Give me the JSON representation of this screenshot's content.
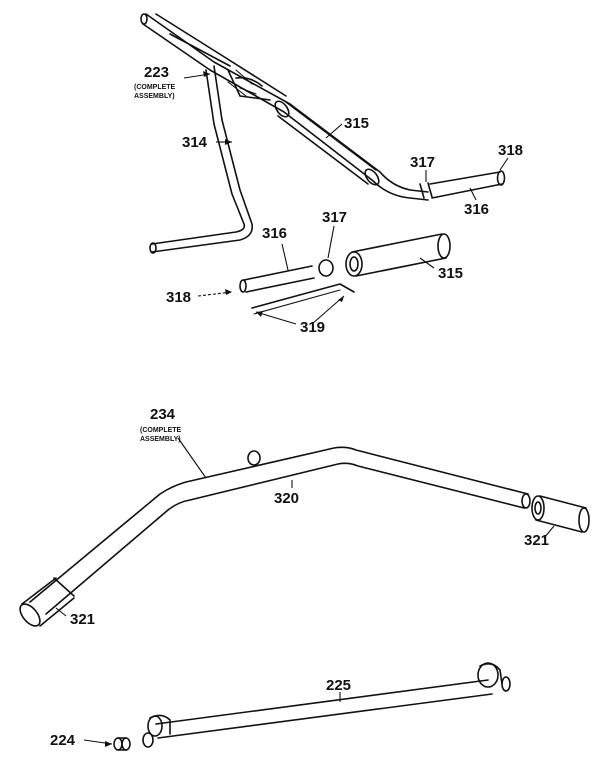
{
  "labels": {
    "l223": "223",
    "l223_sub1": "(COMPLETE",
    "l223_sub2": "ASSEMBLY)",
    "l314": "314",
    "l315a": "315",
    "l317a": "317",
    "l318a": "318",
    "l316a": "316",
    "l316b": "316",
    "l317b": "317",
    "l315b": "315",
    "l318b": "318",
    "l319": "319",
    "l234": "234",
    "l234_sub1": "(COMPLETE",
    "l234_sub2": "ASSEMBLY)",
    "l320": "320",
    "l321a": "321",
    "l321b": "321",
    "l225": "225",
    "l224": "224"
  }
}
